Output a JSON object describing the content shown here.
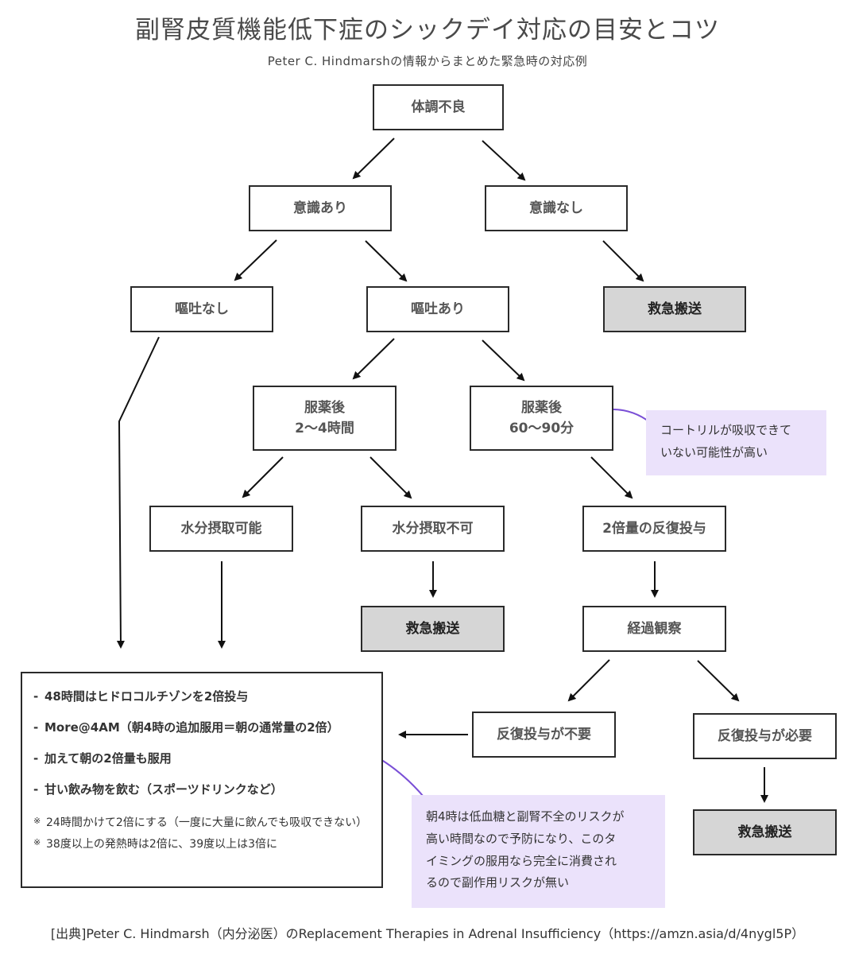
{
  "header": {
    "title": "副腎皮質機能低下症のシックデイ対応の目安とコツ",
    "subtitle": "Peter C. Hindmarshの情報からまとめた緊急時の対応例"
  },
  "nodes": {
    "start": "体調不良",
    "conscious": "意識あり",
    "unconscious": "意識なし",
    "no_vomit": "嘔吐なし",
    "vomit": "嘔吐あり",
    "emergency": "救急搬送",
    "after_2_4_line1": "服薬後",
    "after_2_4_line2": "2〜4時間",
    "after_60_90_line1": "服薬後",
    "after_60_90_line2": "60〜90分",
    "water_ok": "水分摂取可能",
    "water_ng": "水分摂取不可",
    "double_repeat": "2倍量の反復投与",
    "observe": "経過観察",
    "repeat_unneeded": "反復投与が不要",
    "repeat_needed": "反復投与が必要"
  },
  "notes": {
    "cortril_line1": "コートリルが吸収できて",
    "cortril_line2": "いない可能性が高い",
    "morning_line1": "朝4時は低血糖と副腎不全のリスクが",
    "morning_line2": "高い時間なので予防になり、このタ",
    "morning_line3": "イミングの服用なら完全に消費され",
    "morning_line4": "るので副作用リスクが無い"
  },
  "instructions": {
    "items": [
      "48時間はヒドロコルチゾンを2倍投与",
      "More@4AM（朝4時の追加服用＝朝の通常量の2倍）",
      "加えて朝の2倍量も服用",
      "甘い飲み物を飲む（スポーツドリンクなど）"
    ],
    "bullet": "-",
    "footnote_mark": "※",
    "footnote1": "24時間かけて2倍にする（一度に大量に飲んでも吸収できない）",
    "footnote2": "38度以上の発熱時は2倍に、39度以上は3倍に"
  },
  "footer": {
    "source": "[出典]Peter C. Hindmarsh（内分泌医）のReplacement Therapies in Adrenal Insufficiency（https://amzn.asia/d/4nygl5P）"
  },
  "colors": {
    "box_border": "#2a2a2a",
    "emergency_fill": "#d6d6d6",
    "note_fill": "#ebe2fb",
    "highlight_purple": "#7a4fd6"
  }
}
